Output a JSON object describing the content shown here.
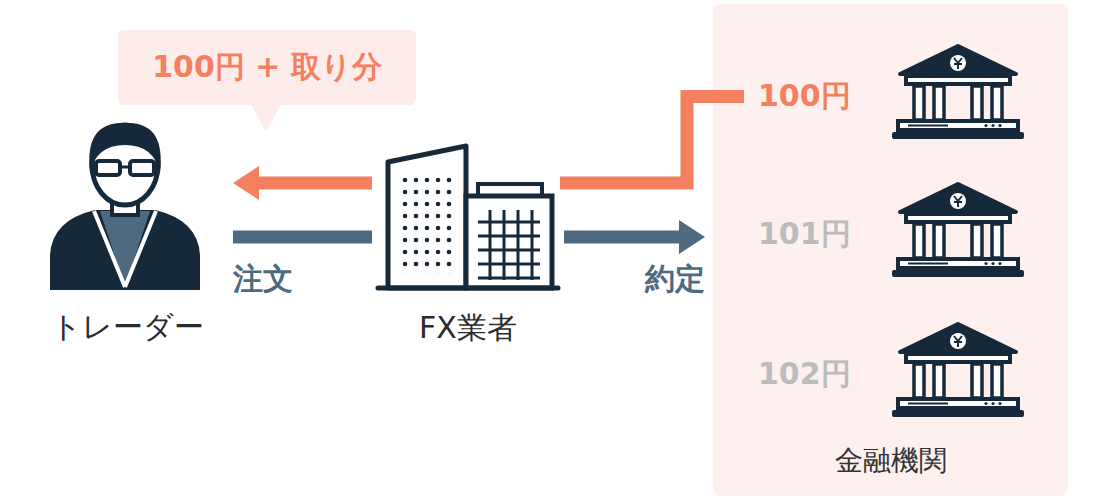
{
  "diagram": {
    "nodes": [
      {
        "text": [
          "100円 + 取り分"
        ]
      },
      {
        "text": [
          "トレーダー"
        ]
      },
      {
        "text": [
          "FX業者"
        ]
      },
      {
        "text": [
          "金融機関"
        ]
      },
      {
        "text": [
          "100円"
        ],
        "in": 3
      },
      {
        "text": [
          "101円"
        ],
        "in": 3
      },
      {
        "text": [
          "102円"
        ],
        "in": 3
      }
    ],
    "edges": [
      {
        "from": 1,
        "to": 2,
        "label": "注文",
        "arrow": "none"
      },
      {
        "from": 2,
        "to": 3,
        "label": "約定",
        "arrow": "to"
      },
      {
        "from": 4,
        "to": 2,
        "arrow": "none"
      },
      {
        "from": 2,
        "to": 1,
        "arrow": "to"
      }
    ]
  }
}
